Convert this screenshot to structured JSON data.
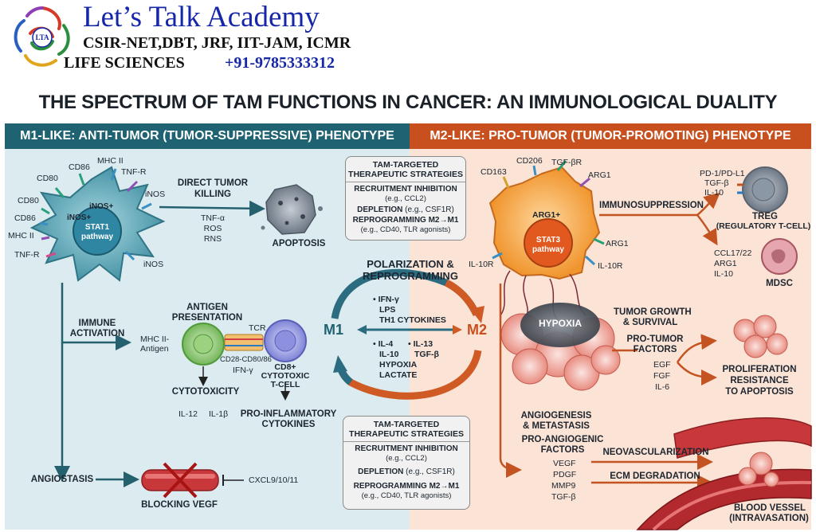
{
  "header": {
    "logo_name": "Let's Talk Academy logo",
    "logo_text": "LTA",
    "name": "Let’s Talk Academy",
    "exams": "CSIR-NET,DBT, JRF, IIT-JAM, ICMR",
    "subject": "LIFE SCIENCES",
    "phone": "+91-9785333312"
  },
  "title": "THE SPECTRUM OF TAM FUNCTIONS IN CANCER: AN IMMUNOLOGICAL DUALITY",
  "left": {
    "header": "M1-LIKE: ANTI-TUMOR (TUMOR-SUPPRESSIVE) PHENOTYPE",
    "cell": {
      "receptors": [
        "CD86",
        "MHC II",
        "TNF-R",
        "CD80",
        "iNOS",
        "CD80",
        "CD86",
        "MHC II",
        "TNF-R",
        "iNOS"
      ],
      "inner1": "iNOS+",
      "inner2": "iNOS+",
      "pathway1": "STAT1",
      "pathway2": "pathway"
    },
    "killing": {
      "title1": "DIRECT TUMOR",
      "title2": "KILLING",
      "mediators": [
        "TNF-α",
        "ROS",
        "RNS"
      ],
      "result": "APOPTOSIS"
    },
    "activation": {
      "label1": "IMMUNE",
      "label2": "ACTIVATION",
      "ap_title1": "ANTIGEN",
      "ap_title2": "PRESENTATION",
      "mhc1": "MHC II-",
      "mhc2": "Antigen",
      "tcr": "TCR",
      "costim": "CD28-CD80/86",
      "ifn": "IFN-γ",
      "tcell1": "CD8+",
      "tcell2": "CYTOTOXIC",
      "tcell3": "T-CELL",
      "cytotox": "CYTOTOXICITY",
      "il12": "IL-12",
      "il1b": "IL-1β",
      "proinf1": "PRO-INFLAMMATORY",
      "proinf2": "CYTOKINES"
    },
    "angio": {
      "label": "ANGIOSTASIS",
      "block": "BLOCKING VEGF",
      "cxcl": "CXCL9/10/11"
    }
  },
  "center": {
    "pol1": "POLARIZATION &",
    "pol2": "REPROGRAMMING",
    "m1": "M1",
    "m2": "M2",
    "to_m2": [
      "• IFN-γ",
      "LPS",
      "TH1 CYTOKINES"
    ],
    "to_m1_left": [
      "• IL-4",
      "IL-10",
      "HYPOXIA",
      "LACTATE"
    ],
    "to_m1_right": [
      "• IL-13",
      "TGF-β"
    ],
    "box_top": {
      "title1": "TAM-TARGETED",
      "title2": "THERAPEUTIC STRATEGIES",
      "l1b": "RECRUITMENT INHIBITION",
      "l1": "(e.g., CCL2)",
      "l2b": "DEPLETION",
      "l2": " (e.g., CSF1R)",
      "l3b": "REPROGRAMMING M2→M1",
      "l3": "(e.g., CD40, TLR agonists)"
    },
    "box_bottom": {
      "title1": "TAM-TARGETED",
      "title2": "THERAPEUTIC STRATEGIES",
      "l1b": "RECRUITMENT INHIBITION",
      "l1": "(e.g., CCL2)",
      "l2b": "DEPLETION",
      "l2": " (e.g., CSF1R)",
      "l3b": "REPROGRAMMING M2→M1",
      "l3": "(e.g., CD40, TLR agonists)"
    }
  },
  "right": {
    "header": "M2-LIKE: PRO-TUMOR (TUMOR-PROMOTING) PHENOTYPE",
    "cell": {
      "receptors": [
        "CD163",
        "CD206",
        "TGF-βR",
        "ARG1",
        "ARG1",
        "IL-10R",
        "IL-10R"
      ],
      "inner": "ARG1+",
      "pathway1": "STAT3",
      "pathway2": "pathway"
    },
    "immuno": {
      "label": "IMMUNOSUPPRESSION",
      "treg_factors": [
        "PD-1/PD-L1",
        "TGF-β",
        "IL-10"
      ],
      "treg1": "TREG",
      "treg2": "(REGULATORY T-CELL)",
      "mdsc_factors": [
        "CCL17/22",
        "ARG1",
        "IL-10"
      ],
      "mdsc": "MDSC"
    },
    "tumor": {
      "hypoxia": "HYPOXIA",
      "growth1": "TUMOR GROWTH",
      "growth2": "& SURVIVAL",
      "factors1": "PRO-TUMOR",
      "factors2": "FACTORS",
      "factor_list": [
        "EGF",
        "FGF",
        "IL-6"
      ],
      "prolif1": "PROLIFERATION",
      "prolif2": "RESISTANCE",
      "prolif3": "TO APOPTOSIS"
    },
    "angio": {
      "title1": "ANGIOGENESIS",
      "title2": "& METASTASIS",
      "factors1": "PRO-ANGIOGENIC",
      "factors2": "FACTORS",
      "factor_list": [
        "VEGF",
        "PDGF",
        "MMP9",
        "TGF-β"
      ],
      "neovasc": "NEOVASCULARIZATION",
      "ecm": "ECM DEGRADATION",
      "vessel1": "BLOOD VESSEL",
      "vessel2": "(INTRAVASATION)"
    }
  }
}
